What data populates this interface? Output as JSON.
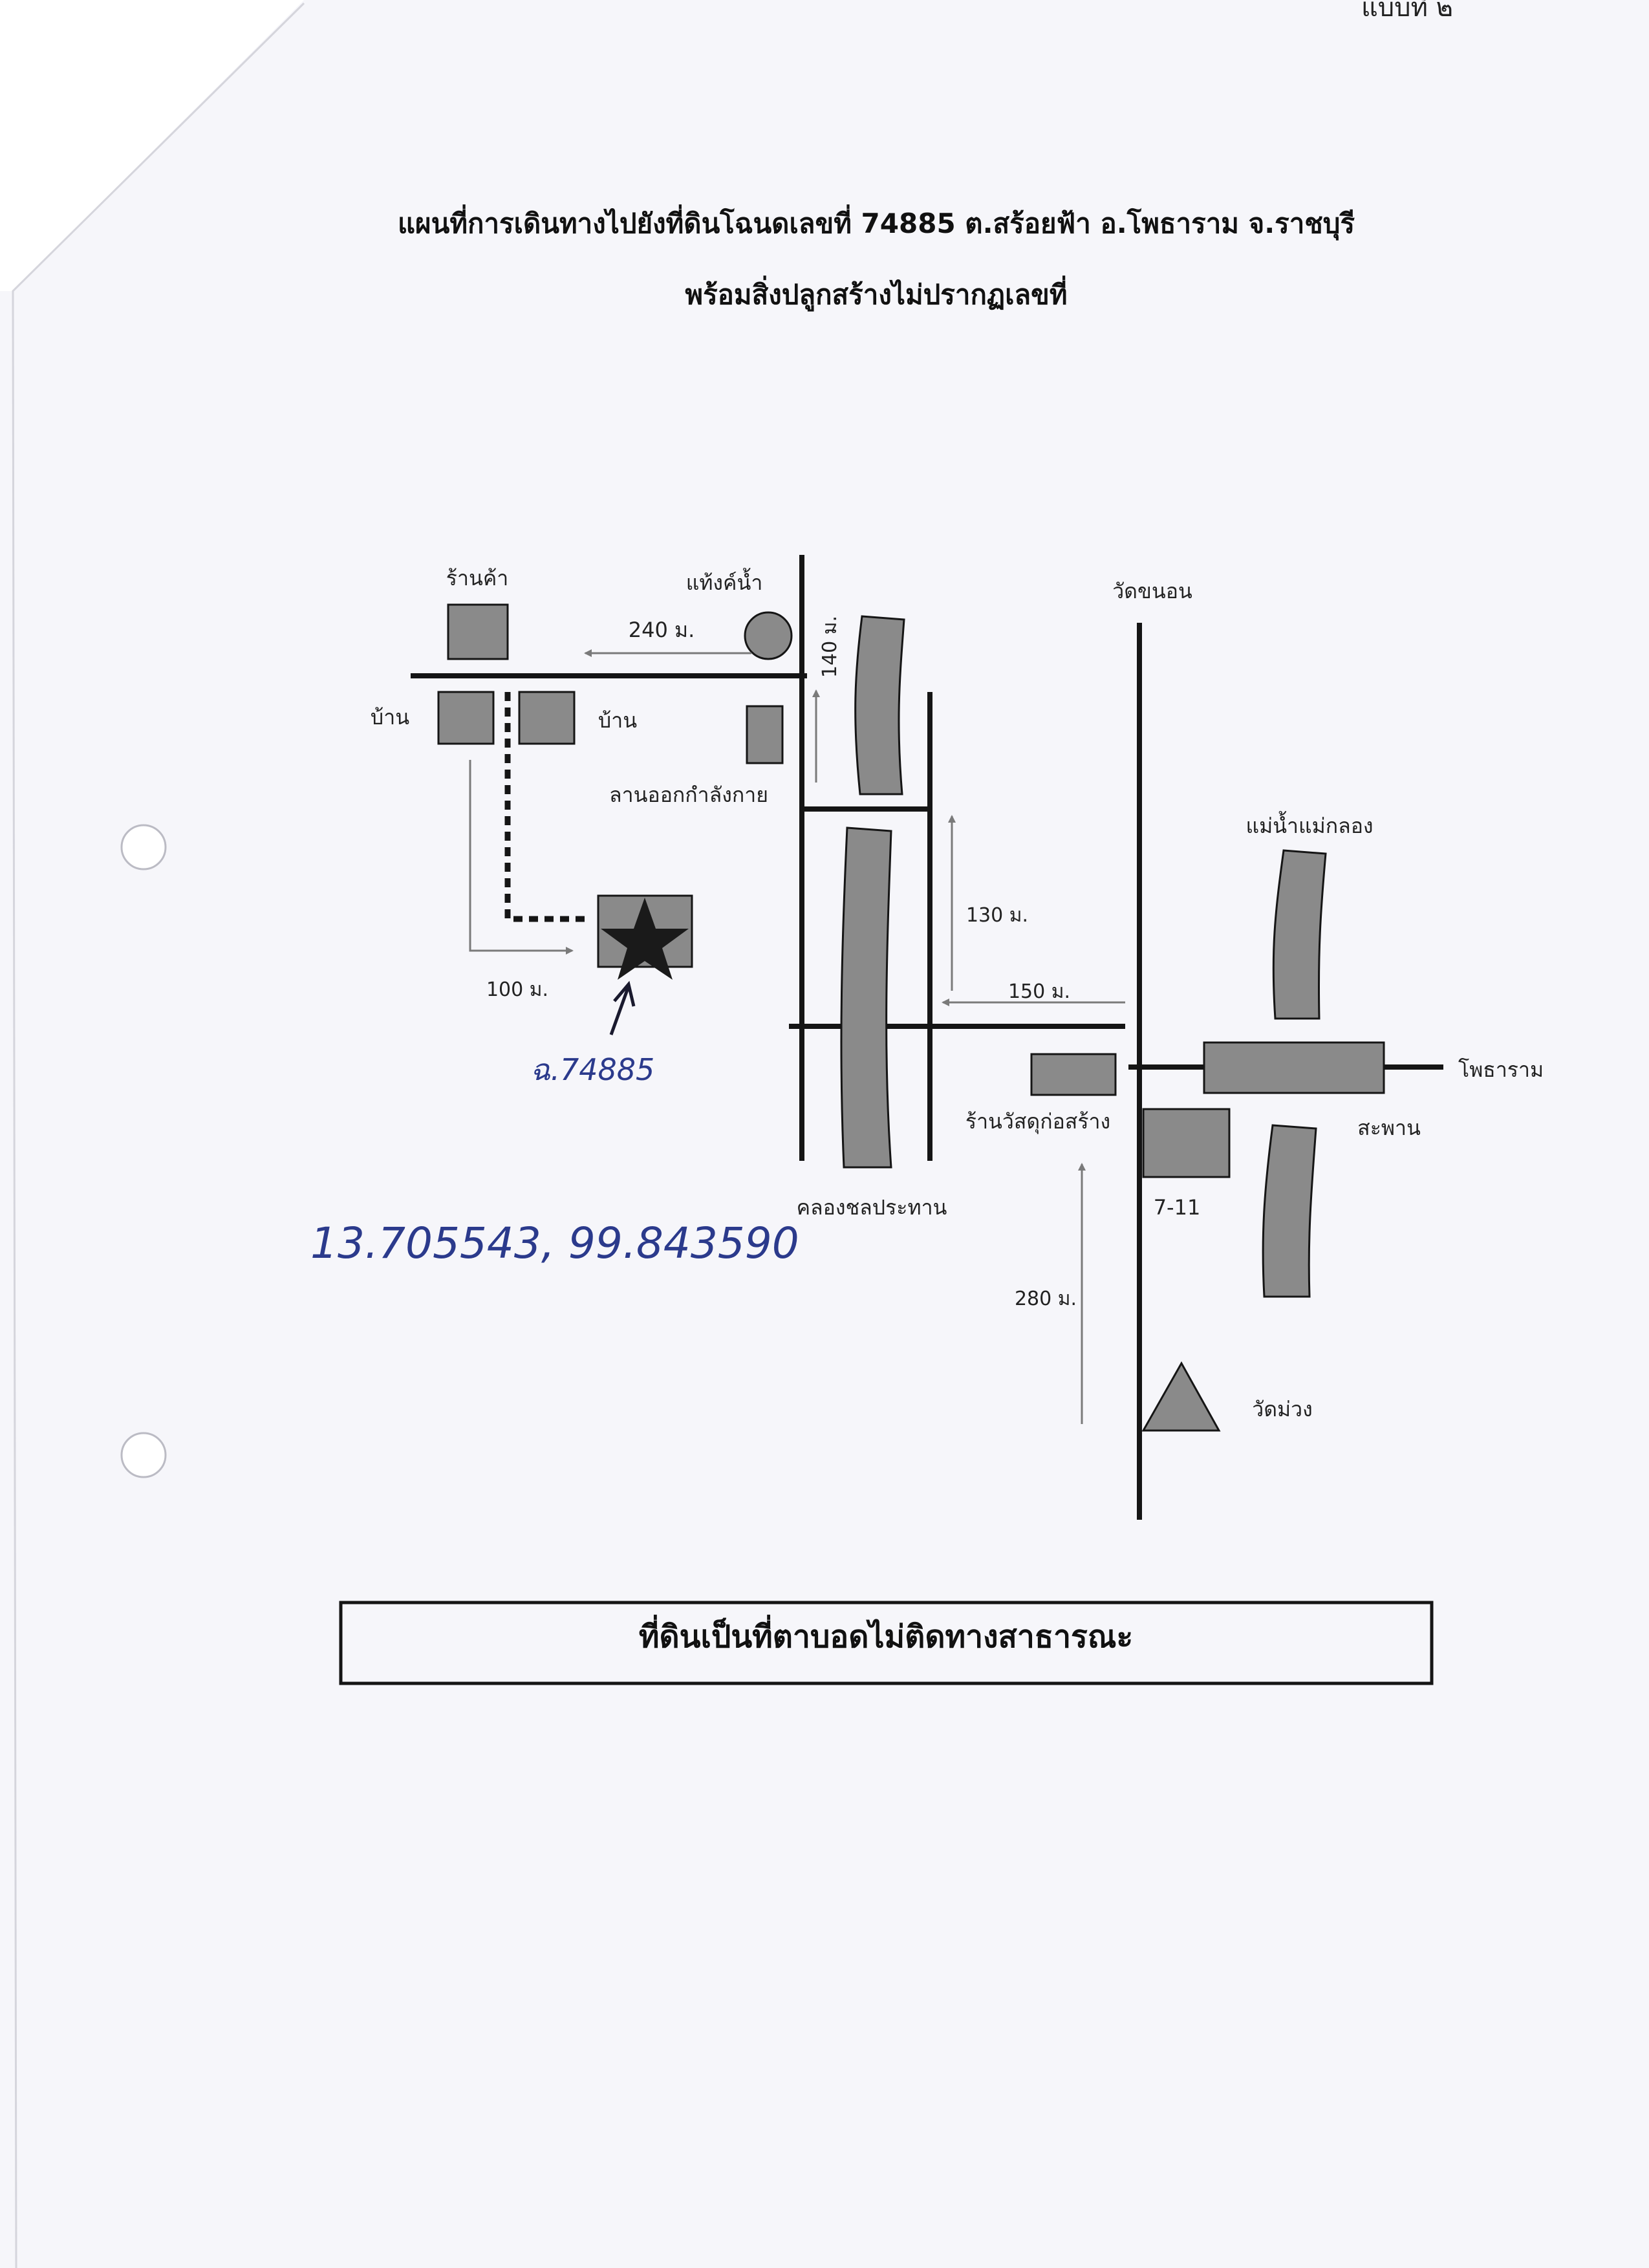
{
  "document": {
    "form_number": "แบบที่ ๒",
    "title_line1": "แผนที่การเดินทางไปยังที่ดินโฉนดเลขที่ 74885 ต.สร้อยฟ้า อ.โพธาราม จ.ราชบุรี",
    "title_line2": "พร้อมสิ่งปลูกสร้างไม่ปรากฏเลขที่",
    "notice": "ที่ดินเป็นที่ตาบอดไม่ติดทางสาธารณะ"
  },
  "map": {
    "places": {
      "shop": "ร้านค้า",
      "water_tank": "แท้งค์น้ำ",
      "house_left": "บ้าน",
      "house_right": "บ้าน",
      "exercise_yard": "ลานออกกำลังกาย",
      "temple_khanon": "วัดขนอน",
      "mae_klong_river": "แม่น้ำแม่กลอง",
      "photharam": "โพธาราม",
      "bridge": "สะพาน",
      "hardware_store": "ร้านวัสดุก่อสร้าง",
      "seven_eleven": "7-11",
      "irrigation_canal": "คลองชลประทาน",
      "temple_muang": "วัดม่วง"
    },
    "distances": {
      "d240": "240 ม.",
      "d140": "140 ม.",
      "d130": "130 ม.",
      "d150": "150 ม.",
      "d100": "100 ม.",
      "d280": "280 ม."
    },
    "handwritten": {
      "deed_label": "ฉ.74885",
      "coordinates": "13.705543, 99.843590"
    },
    "marker_icon": "star-icon",
    "temple_icon": "triangle-icon"
  },
  "colors": {
    "block_fill": "#8a8a8a",
    "road": "#151515",
    "arrow": "#7a7a7a",
    "ink": "#2b3a8c"
  }
}
